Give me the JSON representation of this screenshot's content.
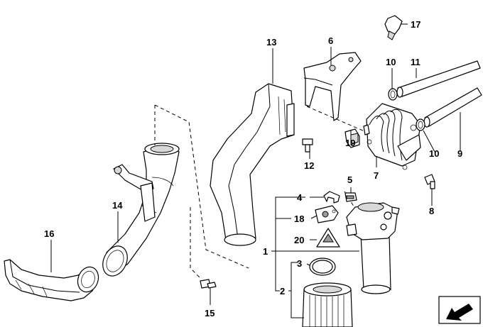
{
  "callouts": {
    "c1": "1",
    "c2": "2",
    "c3": "3",
    "c4": "4",
    "c5": "5",
    "c6": "6",
    "c7": "7",
    "c8": "8",
    "c9": "9",
    "c10a": "10",
    "c10b": "10",
    "c11": "11",
    "c12": "12",
    "c13": "13",
    "c14": "14",
    "c15": "15",
    "c16": "16",
    "c17": "17",
    "c18": "18",
    "c19": "19",
    "c20": "20"
  },
  "colors": {
    "line": "#000000",
    "background": "#ffffff",
    "shade": "#d8d8d8"
  },
  "icons": {
    "corner": "direction-arrow-icon",
    "warning": "warning-triangle-icon"
  }
}
